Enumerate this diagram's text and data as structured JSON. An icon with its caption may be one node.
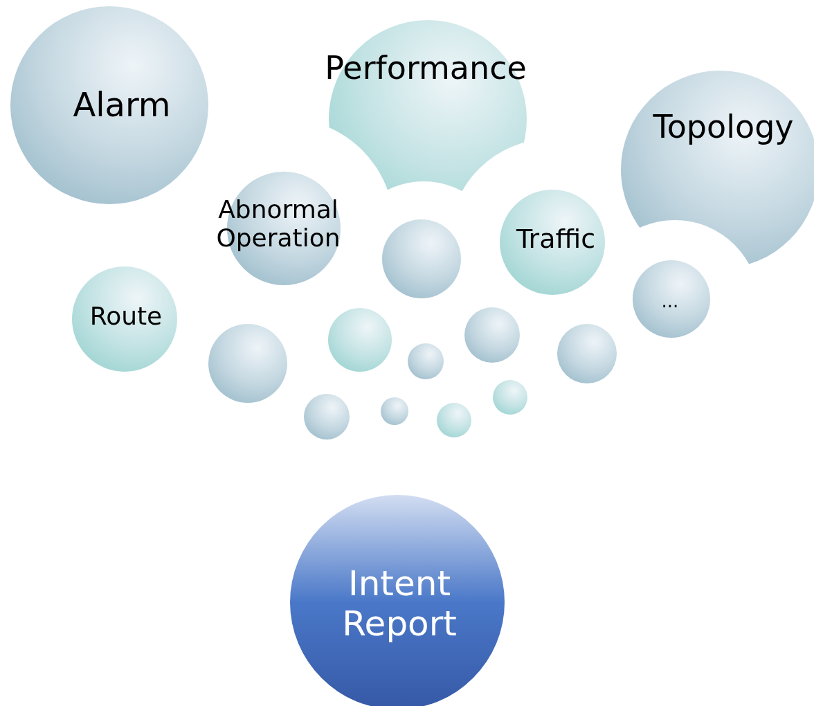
{
  "diagram": {
    "nodes": [
      {
        "text": [
          "Alarm"
        ]
      },
      {
        "text": [
          "Performance"
        ]
      },
      {
        "text": [
          "Topology"
        ]
      },
      {
        "text": [
          "Abnormal Operation"
        ]
      },
      {
        "text": [
          "Traffic"
        ]
      },
      {
        "text": [
          "Route"
        ]
      },
      {
        "text": [
          "..."
        ]
      },
      {
        "text": [
          "Intent Report"
        ]
      },
      {
        "text": [],
        "shape": "circle"
      },
      {
        "text": [],
        "shape": "circle"
      },
      {
        "text": [],
        "shape": "circle"
      },
      {
        "text": [],
        "shape": "circle"
      },
      {
        "text": [],
        "shape": "circle"
      },
      {
        "text": [],
        "shape": "circle"
      },
      {
        "text": [],
        "shape": "circle"
      },
      {
        "text": [],
        "shape": "circle"
      },
      {
        "text": [],
        "shape": "circle"
      },
      {
        "text": [],
        "shape": "circle"
      }
    ]
  }
}
